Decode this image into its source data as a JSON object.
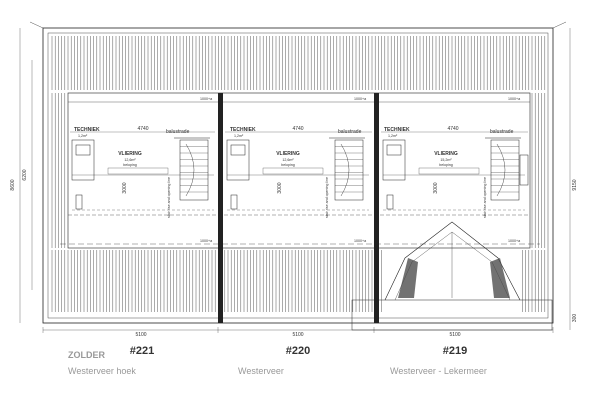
{
  "floor_label": "ZOLDER",
  "dims": {
    "unit_width": "5100",
    "inner_span": "4740",
    "overall_height": "8600",
    "inner_height": "6200",
    "right_height": "9150",
    "right_bottom": "300",
    "stair_depth": "3000"
  },
  "units": [
    {
      "number": "#221",
      "name": "Westerveer hoek",
      "tech_label": "TECHNIEK",
      "tech_area": "1,2m²",
      "vide_label": "VLIERING",
      "vide_area": "12,6m²",
      "vide_note": "beloping",
      "balustrade": "balustrade",
      "stair_note": "stair rise and opening line",
      "ceiling_height": "1000+a"
    },
    {
      "number": "#220",
      "name": "Westerveer",
      "tech_label": "TECHNIEK",
      "tech_area": "1,2m²",
      "vide_label": "VLIERING",
      "vide_area": "12,6m²",
      "vide_note": "beloping",
      "balustrade": "balustrade",
      "stair_note": "stair rise and opening line",
      "ceiling_height": "1000+a"
    },
    {
      "number": "#219",
      "name": "Westerveer - Lekermeer",
      "tech_label": "TECHNIEK",
      "tech_area": "1,2m²",
      "vide_label": "VLIERING",
      "vide_area": "15,2m²",
      "vide_note": "beloping",
      "balustrade": "balustrade",
      "stair_note": "stair rise and opening line",
      "ceiling_height": "1000+a"
    }
  ],
  "colors": {
    "line": "#222222",
    "hatch": "#444444",
    "label_grey": "#999999"
  }
}
